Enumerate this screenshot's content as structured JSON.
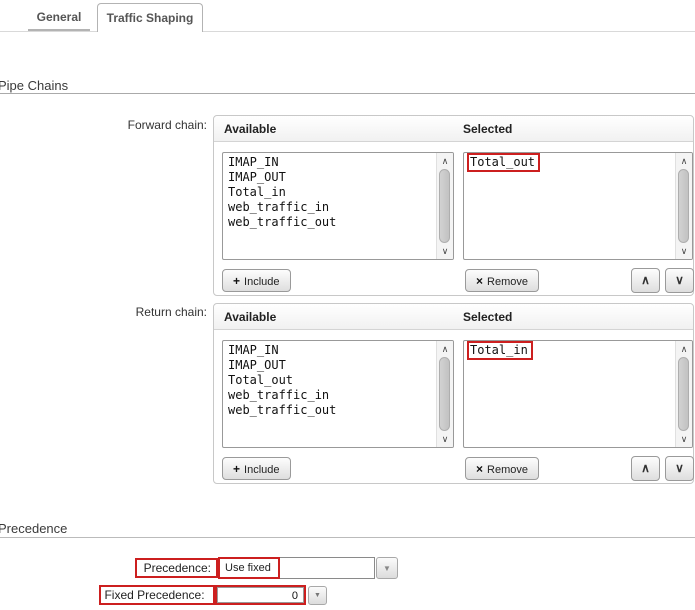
{
  "tabs": {
    "general": "General",
    "traffic_shaping": "Traffic Shaping"
  },
  "pipe_chains": {
    "title": "Pipe Chains",
    "forward": {
      "label": "Forward chain:",
      "available_header": "Available",
      "selected_header": "Selected",
      "available_items": [
        "IMAP_IN",
        "IMAP_OUT",
        "Total_in",
        "web_traffic_in",
        "web_traffic_out"
      ],
      "selected_item": "Total_out",
      "include_label": "Include",
      "remove_label": "Remove"
    },
    "return": {
      "label": "Return chain:",
      "available_header": "Available",
      "selected_header": "Selected",
      "available_items": [
        "IMAP_IN",
        "IMAP_OUT",
        "Total_out",
        "web_traffic_in",
        "web_traffic_out"
      ],
      "selected_item": "Total_in",
      "include_label": "Include",
      "remove_label": "Remove"
    }
  },
  "precedence": {
    "title": "Precedence",
    "precedence_label": "Precedence:",
    "precedence_value": "Use fixed",
    "fixed_label": "Fixed Precedence:",
    "fixed_value": "0"
  },
  "icons": {
    "include_plus": "+",
    "remove_x": "×",
    "move_up": "∧",
    "move_down": "∨",
    "scroll_up": "∧",
    "scroll_down": "∨",
    "dropdown": "▼",
    "spinner": "▼"
  },
  "colors": {
    "annotation_red": "#cc1f1f"
  }
}
